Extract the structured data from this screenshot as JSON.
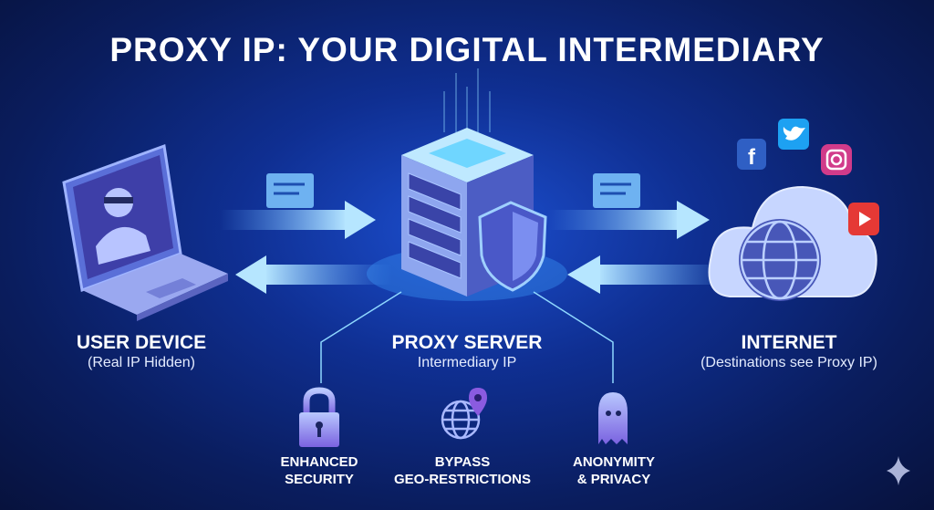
{
  "title": "PROXY IP: YOUR DIGITAL INTERMEDIARY",
  "nodes": {
    "user": {
      "label": "USER DEVICE",
      "sub": "(Real IP Hidden)"
    },
    "proxy": {
      "label": "PROXY SERVER",
      "sub": "Intermediary IP"
    },
    "internet": {
      "label": "INTERNET",
      "sub": "(Destinations see Proxy IP)"
    }
  },
  "features": [
    {
      "line1": "ENHANCED",
      "line2": "SECURITY",
      "icon": "lock-icon"
    },
    {
      "line1": "BYPASS",
      "line2": "GEO-RESTRICTIONS",
      "icon": "globe-pin-icon"
    },
    {
      "line1": "ANONYMITY",
      "line2": "& PRIVACY",
      "icon": "ghost-icon"
    }
  ],
  "social_icons": [
    "facebook-icon",
    "twitter-icon",
    "instagram-icon",
    "youtube-icon"
  ],
  "colors": {
    "accent": "#8fd8ff",
    "background": "#0f2f92",
    "youtube": "#e53935",
    "facebook": "#2f5fc4",
    "twitter": "#1da1f2"
  }
}
